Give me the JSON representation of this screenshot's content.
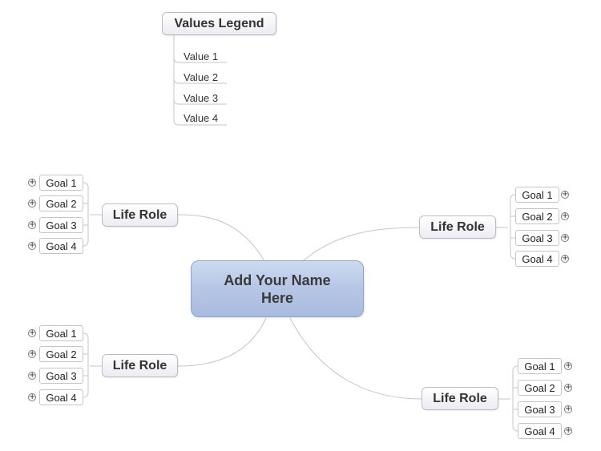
{
  "legend": {
    "title": "Values Legend",
    "items": [
      "Value 1",
      "Value 2",
      "Value 3",
      "Value 4"
    ]
  },
  "central_topic": "Add Your Name Here",
  "branches": [
    {
      "label": "Life Role",
      "goals": [
        "Goal 1",
        "Goal 2",
        "Goal 3",
        "Goal 4"
      ]
    },
    {
      "label": "Life Role",
      "goals": [
        "Goal 1",
        "Goal 2",
        "Goal 3",
        "Goal 4"
      ]
    },
    {
      "label": "Life Role",
      "goals": [
        "Goal 1",
        "Goal 2",
        "Goal 3",
        "Goal 4"
      ]
    },
    {
      "label": "Life Role",
      "goals": [
        "Goal 1",
        "Goal 2",
        "Goal 3",
        "Goal 4"
      ]
    }
  ],
  "expand_glyph": "+",
  "colors": {
    "central_fill": "#b7c8e6",
    "central_border": "#8fa4c8",
    "connector": "#c8c8c8"
  }
}
